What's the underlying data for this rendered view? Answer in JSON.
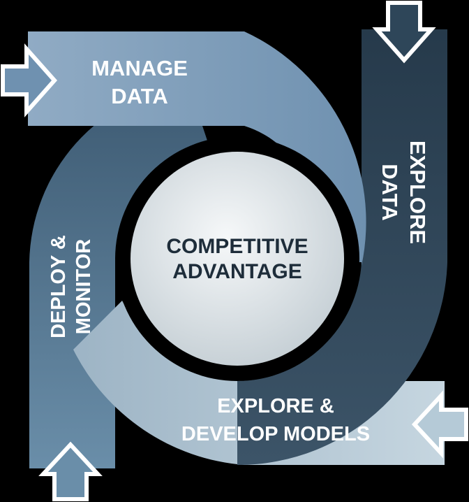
{
  "center": {
    "line1": "COMPETITIVE",
    "line2": "ADVANTAGE"
  },
  "stages": {
    "manage": {
      "line1": "MANAGE",
      "line2": "DATA"
    },
    "explore": {
      "line1": "EXPLORE",
      "line2": "DATA"
    },
    "develop": {
      "line1": "EXPLORE &",
      "line2": "DEVELOP MODELS"
    },
    "deploy": {
      "line1": "DEPLOY &",
      "line2": "MONITOR"
    }
  },
  "colors": {
    "background": "#000000",
    "manage_band": "#7f9fbc",
    "explore_band": "#2e4659",
    "develop_band": "#b5cad7",
    "deploy_band": "#557a95",
    "center_fill": "#e8ecee",
    "text_light": "#ffffff",
    "text_dark": "#1e2d3a"
  },
  "icons": [
    "arrow-right-icon",
    "arrow-down-icon",
    "arrow-left-icon",
    "arrow-up-icon"
  ]
}
